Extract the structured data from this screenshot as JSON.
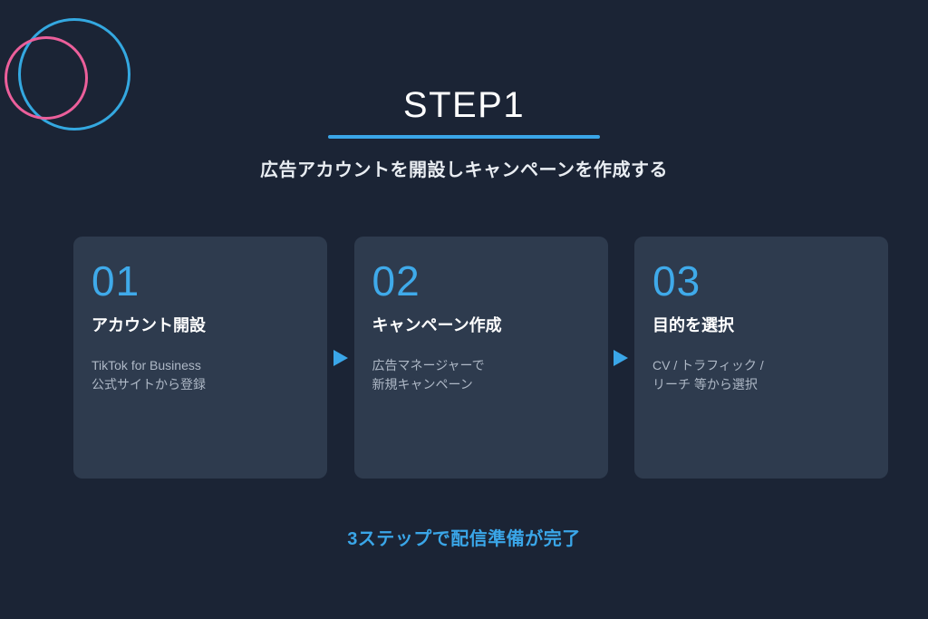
{
  "theme": {
    "background": "#1b2435",
    "card_background": "#2e3b4e",
    "accent_blue": "#3aa6e8",
    "accent_pink": "#ec5f9b",
    "title_color": "#ffffff",
    "body_color": "#aeb8c6"
  },
  "logo": {
    "blue_circle": "circle-outline-blue",
    "pink_circle": "circle-outline-pink"
  },
  "header": {
    "title": "STEP1",
    "subtitle": "広告アカウントを開設しキャンペーンを作成する"
  },
  "steps": [
    {
      "number": "01",
      "title": "アカウント開設",
      "description": "TikTok for Business\n公式サイトから登録"
    },
    {
      "number": "02",
      "title": "キャンペーン作成",
      "description": "広告マネージャーで\n新規キャンペーン"
    },
    {
      "number": "03",
      "title": "目的を選択",
      "description": "CV / トラフィック /\nリーチ 等から選択"
    }
  ],
  "arrows": [
    {
      "icon": "arrow-right-triangle-icon"
    },
    {
      "icon": "arrow-right-triangle-icon"
    }
  ],
  "footer": {
    "note": "3ステップで配信準備が完了"
  }
}
